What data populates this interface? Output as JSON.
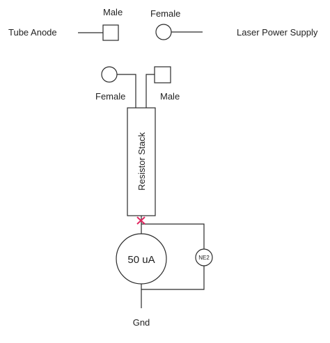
{
  "legend": {
    "male_label": "Male",
    "female_label": "Female",
    "tube_anode_label": "Tube Anode",
    "laser_power_supply_label": "Laser Power Supply"
  },
  "circuit": {
    "connector_female_label": "Female",
    "connector_male_label": "Male",
    "resistor_stack_label": "Resistor Stack",
    "meter_label": "50 uA",
    "neon_label": "NE2",
    "ground_label": "Gnd",
    "junction_color": "#e0245e"
  }
}
